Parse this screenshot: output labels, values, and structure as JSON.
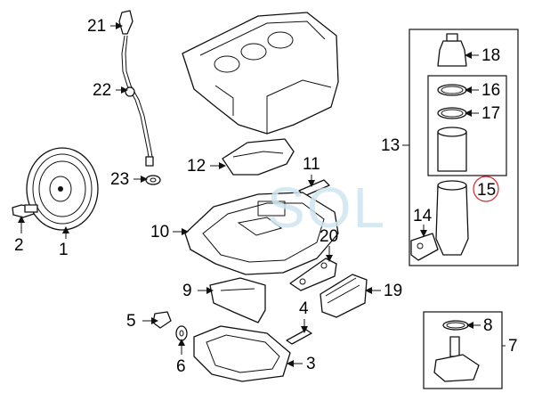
{
  "watermark": "SOL",
  "callouts": {
    "c1": "1",
    "c2": "2",
    "c3": "3",
    "c4": "4",
    "c5": "5",
    "c6": "6",
    "c7": "7",
    "c8": "8",
    "c9": "9",
    "c10": "10",
    "c11": "11",
    "c12": "12",
    "c13": "13",
    "c14": "14",
    "c15": "15",
    "c16": "16",
    "c17": "17",
    "c18": "18",
    "c19": "19",
    "c20": "20",
    "c21": "21",
    "c22": "22",
    "c23": "23"
  },
  "highlight_color": "#d9262c",
  "watermark_color": "#cfe6f0"
}
